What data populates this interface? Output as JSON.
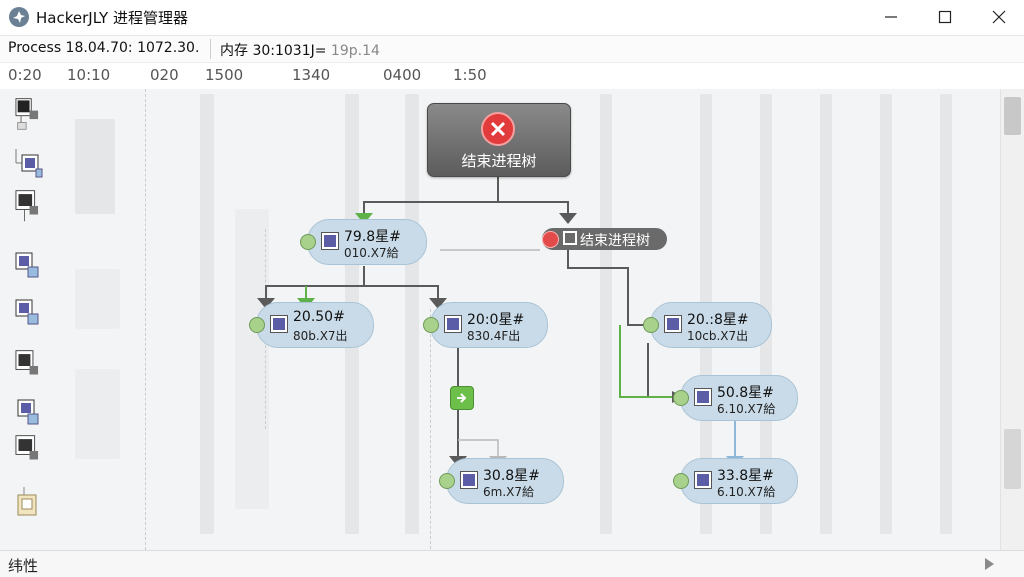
{
  "window": {
    "title": "HackerJLY 进程管理器",
    "minimize_icon": "minimize-icon",
    "maximize_icon": "maximize-icon",
    "close_icon": "close-icon"
  },
  "status": {
    "process_label": "Process 18.04.70: 1072.30.",
    "memory_label": "内存 30:1031J=",
    "memory_extra": " 19p.14"
  },
  "timeline": {
    "ticks": [
      "0:20",
      "10:10",
      "020",
      "1500",
      "1340",
      "0400",
      "1:50"
    ]
  },
  "kill_tree_button": {
    "label": "结束进程树",
    "icon": "x-circle-icon"
  },
  "kill_tree_tag": {
    "label": "结束进程树"
  },
  "nodes": [
    {
      "line1": "79.8星#",
      "line2": "010.X7給"
    },
    {
      "line1": "20.50#",
      "line2": "80b.X7出"
    },
    {
      "line1": "20:0星#",
      "line2": "830.4F出"
    },
    {
      "line1": "20.:8星#",
      "line2": "10cb.X7出"
    },
    {
      "line1": "50.8星#",
      "line2": "6.10.X7給"
    },
    {
      "line1": "30.8星#",
      "line2": "6m.X7給"
    },
    {
      "line1": "33.8星#",
      "line2": "6.10.X7給"
    }
  ],
  "bottom": {
    "status_text": "纬性"
  },
  "colors": {
    "node_fill": "#c9dbe8",
    "node_square": "#5b5ea6",
    "status_dot": "#a8d18c",
    "kill_red": "#e23b3b",
    "connector": "#5a5a5a",
    "green_edge": "#5fb24a",
    "blue_edge": "#8fb7d9"
  }
}
